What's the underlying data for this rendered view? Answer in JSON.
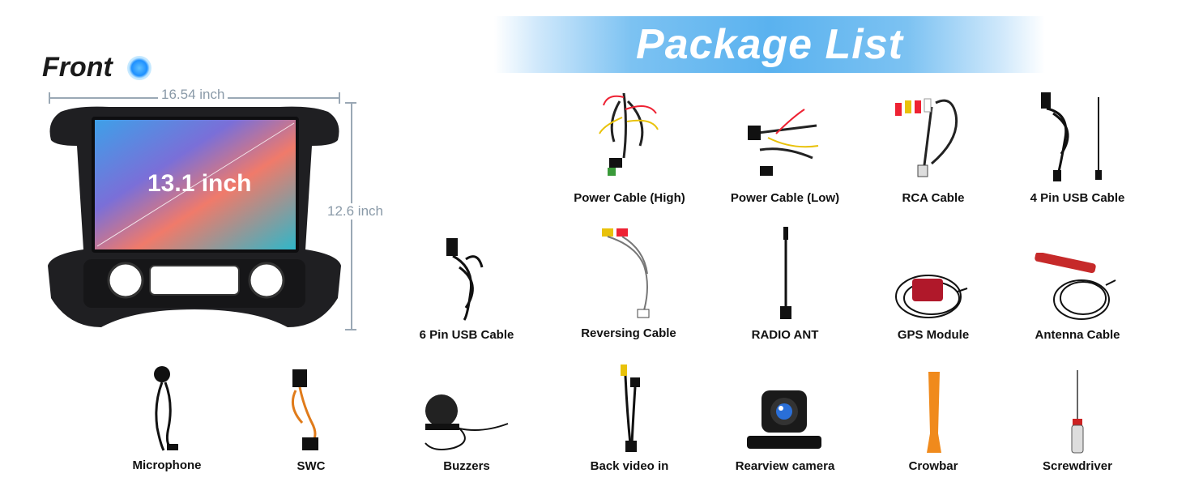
{
  "header": {
    "title": "Package List"
  },
  "front": {
    "title": "Front",
    "width_label": "16.54 inch",
    "height_label": "12.6 inch",
    "screen_label": "13.1 inch"
  },
  "items": [
    {
      "label": "Power Cable (High)",
      "icon": "power-cable-high-icon"
    },
    {
      "label": "Power Cable (Low)",
      "icon": "power-cable-low-icon"
    },
    {
      "label": "RCA Cable",
      "icon": "rca-cable-icon"
    },
    {
      "label": "4 Pin USB Cable",
      "icon": "usb-4pin-cable-icon"
    },
    {
      "label": "6 Pin USB Cable",
      "icon": "usb-6pin-cable-icon"
    },
    {
      "label": "Reversing Cable",
      "icon": "reversing-cable-icon"
    },
    {
      "label": "RADIO ANT",
      "icon": "radio-antenna-icon"
    },
    {
      "label": "GPS Module",
      "icon": "gps-module-icon"
    },
    {
      "label": "Antenna Cable",
      "icon": "antenna-cable-icon"
    },
    {
      "label": "Microphone",
      "icon": "microphone-icon"
    },
    {
      "label": "SWC",
      "icon": "swc-cable-icon"
    },
    {
      "label": "Buzzers",
      "icon": "buzzer-icon"
    },
    {
      "label": "Back video in",
      "icon": "back-video-cable-icon"
    },
    {
      "label": "Rearview camera",
      "icon": "rearview-camera-icon"
    },
    {
      "label": "Crowbar",
      "icon": "crowbar-icon"
    },
    {
      "label": "Screwdriver",
      "icon": "screwdriver-icon"
    }
  ],
  "colors": {
    "banner": "#5ab2ef",
    "accent_blue": "#1e90ff",
    "crowbar": "#f08a1c",
    "gps_red": "#b0182a"
  }
}
